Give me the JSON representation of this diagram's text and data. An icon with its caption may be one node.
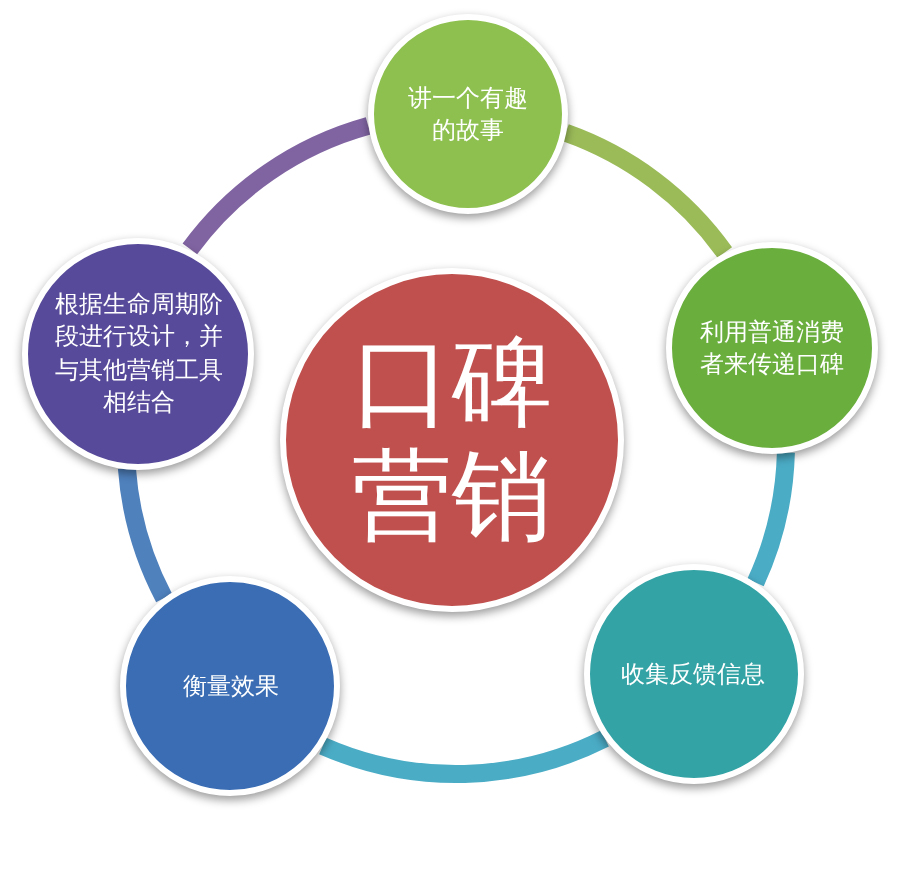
{
  "diagram": {
    "nodes": [
      {
        "text": [
          "口碑营销"
        ]
      },
      {
        "text": [
          "讲一个有趣的故事"
        ]
      },
      {
        "text": [
          "利用普通消费者来传递口碑"
        ]
      },
      {
        "text": [
          "收集反馈信息"
        ]
      },
      {
        "text": [
          "衡量效果"
        ]
      },
      {
        "text": [
          "根据生命周期阶段进行设计，并与其他营销工具相结合"
        ]
      }
    ],
    "edges": [
      {
        "from": 1,
        "to": 2,
        "arrow": "none",
        "color": "#9bbb59"
      },
      {
        "from": 2,
        "to": 3,
        "arrow": "none",
        "color": "#4bacc6"
      },
      {
        "from": 3,
        "to": 4,
        "arrow": "none",
        "color": "#4bacc6"
      },
      {
        "from": 4,
        "to": 5,
        "arrow": "none",
        "color": "#4f81bd"
      },
      {
        "from": 5,
        "to": 1,
        "arrow": "none",
        "color": "#8064a2"
      }
    ]
  }
}
